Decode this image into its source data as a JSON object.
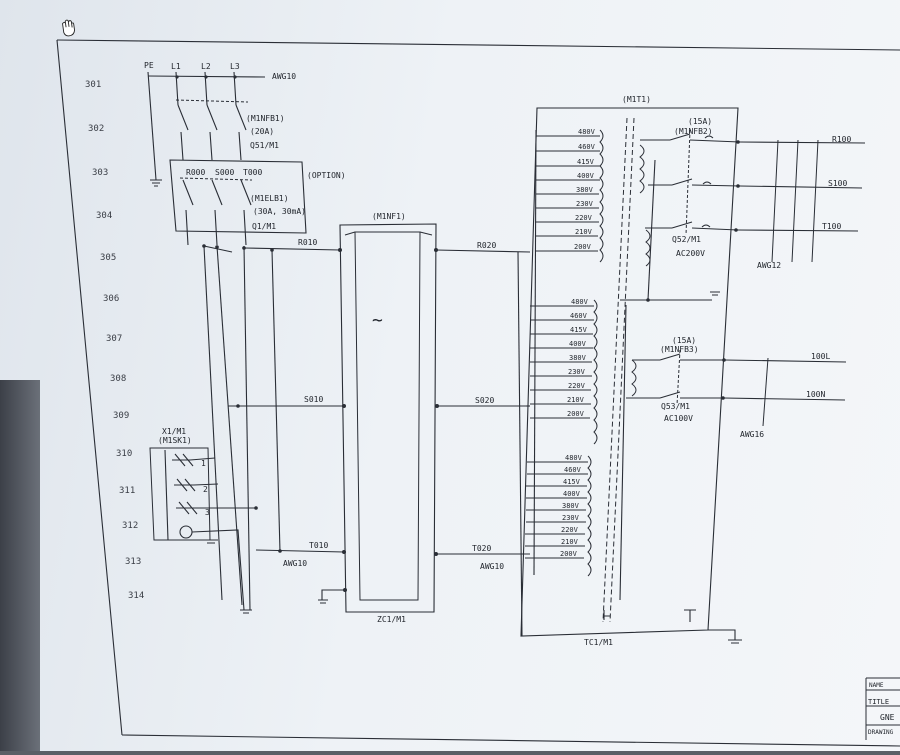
{
  "rows": [
    "301",
    "302",
    "303",
    "304",
    "305",
    "306",
    "307",
    "308",
    "309",
    "310",
    "311",
    "312",
    "313",
    "314"
  ],
  "supply": {
    "pe": "PE",
    "l1": "L1",
    "l2": "L2",
    "l3": "L3",
    "wire_gauge": "AWG10"
  },
  "breaker_main": {
    "name": "(M1NFB1)",
    "rating": "(20A)",
    "ref": "Q51/M1"
  },
  "option_box": {
    "label": "(OPTION)",
    "terminals": [
      "R000",
      "S000",
      "T000"
    ]
  },
  "elcb": {
    "name": "(M1ELB1)",
    "rating": "(30A, 30mA)",
    "ref": "Q1/M1"
  },
  "filter": {
    "name": "(M1NF1)",
    "ref": "ZC1/M1",
    "symbol": "~"
  },
  "wires": {
    "r010": "R010",
    "s010": "S010",
    "t010": "T010",
    "r020": "R020",
    "s020": "S020",
    "t020": "T020",
    "awg10_a": "AWG10",
    "awg10_b": "AWG10"
  },
  "transformer": {
    "name": "(M1T1)",
    "ref": "TC1/M1",
    "taps_primary": [
      "480V",
      "460V",
      "415V",
      "400V",
      "380V",
      "230V",
      "220V",
      "210V",
      "200V"
    ],
    "taps_secondary": [
      "480V",
      "460V",
      "415V",
      "400V",
      "380V",
      "230V",
      "220V",
      "210V",
      "200V"
    ],
    "taps_third": [
      "480V",
      "460V",
      "415V",
      "400V",
      "380V",
      "230V",
      "220V",
      "210V",
      "200V"
    ]
  },
  "breaker_ac200": {
    "rating": "(15A)",
    "name": "(M1NFB2)",
    "ref": "Q52/M1",
    "output": "AC200V"
  },
  "breaker_ac100": {
    "rating": "(15A)",
    "name": "(M1NFB3)",
    "ref": "Q53/M1",
    "output": "AC100V"
  },
  "outputs": {
    "r100": "R100",
    "s100": "S100",
    "t100": "T100",
    "awg12": "AWG12",
    "l100": "100L",
    "n100": "100N",
    "awg16": "AWG16"
  },
  "contactor": {
    "ref": "X1/M1",
    "name": "(M1SK1)",
    "contacts": [
      "1",
      "2",
      "3"
    ]
  },
  "title_block": {
    "name": "NAME",
    "title": "TITLE",
    "value": "GNE",
    "drawing": "DRAWING"
  }
}
